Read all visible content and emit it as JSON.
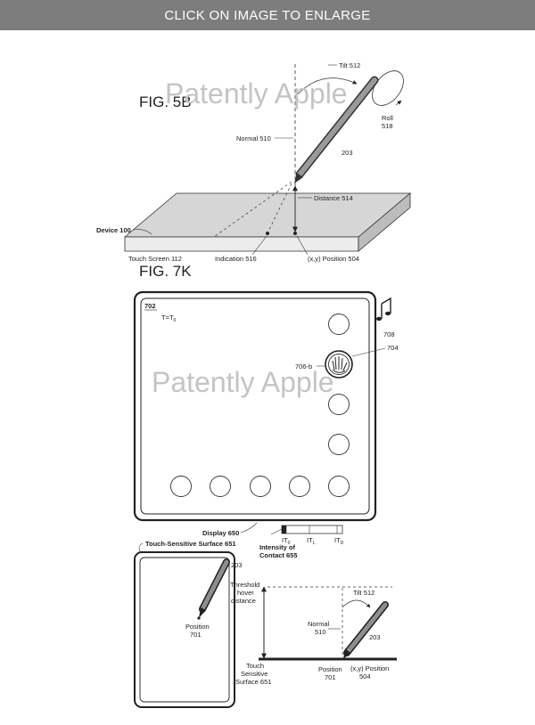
{
  "banner": {
    "text": "CLICK ON IMAGE TO ENLARGE"
  },
  "watermark": "Patently Apple",
  "fig5b": {
    "title": "FIG. 5B",
    "labels": {
      "tilt": "Tilt 512",
      "roll": "Roll",
      "roll_num": "518",
      "normal": "Normal 510",
      "stylus": "203",
      "distance": "Distance 514",
      "device": "Device 100",
      "touch_screen": "Touch Screen 112",
      "indication": "Indication 516",
      "position": "(x,y) Position 504"
    }
  },
  "fig7k": {
    "title": "FIG. 7K",
    "labels": {
      "display_id": "702",
      "time": "T=T",
      "time_sub": "0",
      "music_num": "708",
      "cursor_label": "706-b",
      "ring_num": "704",
      "display": "Display 650",
      "it0": "IT",
      "it0_sub": "0",
      "itl": "IT",
      "itl_sub": "L",
      "itd": "IT",
      "itd_sub": "D",
      "intensity_1": "Intensity of",
      "intensity_2": "Contact 655",
      "surface": "Touch-Sensitive Surface 651",
      "stylus": "203",
      "position_1": "Position",
      "position_2": "701",
      "threshold_1": "Threshold",
      "threshold_2": "hover",
      "threshold_3": "distance",
      "tilt": "Tilt 512",
      "normal_1": "Normal",
      "normal_2": "510",
      "stylus_side": "203",
      "ts_1": "Touch",
      "ts_2": "Sensitive",
      "ts_3": "Surface 651",
      "pos_bottom_1": "Position",
      "pos_bottom_2": "701",
      "xy_1": "(x,y) Position",
      "xy_2": "504"
    }
  }
}
